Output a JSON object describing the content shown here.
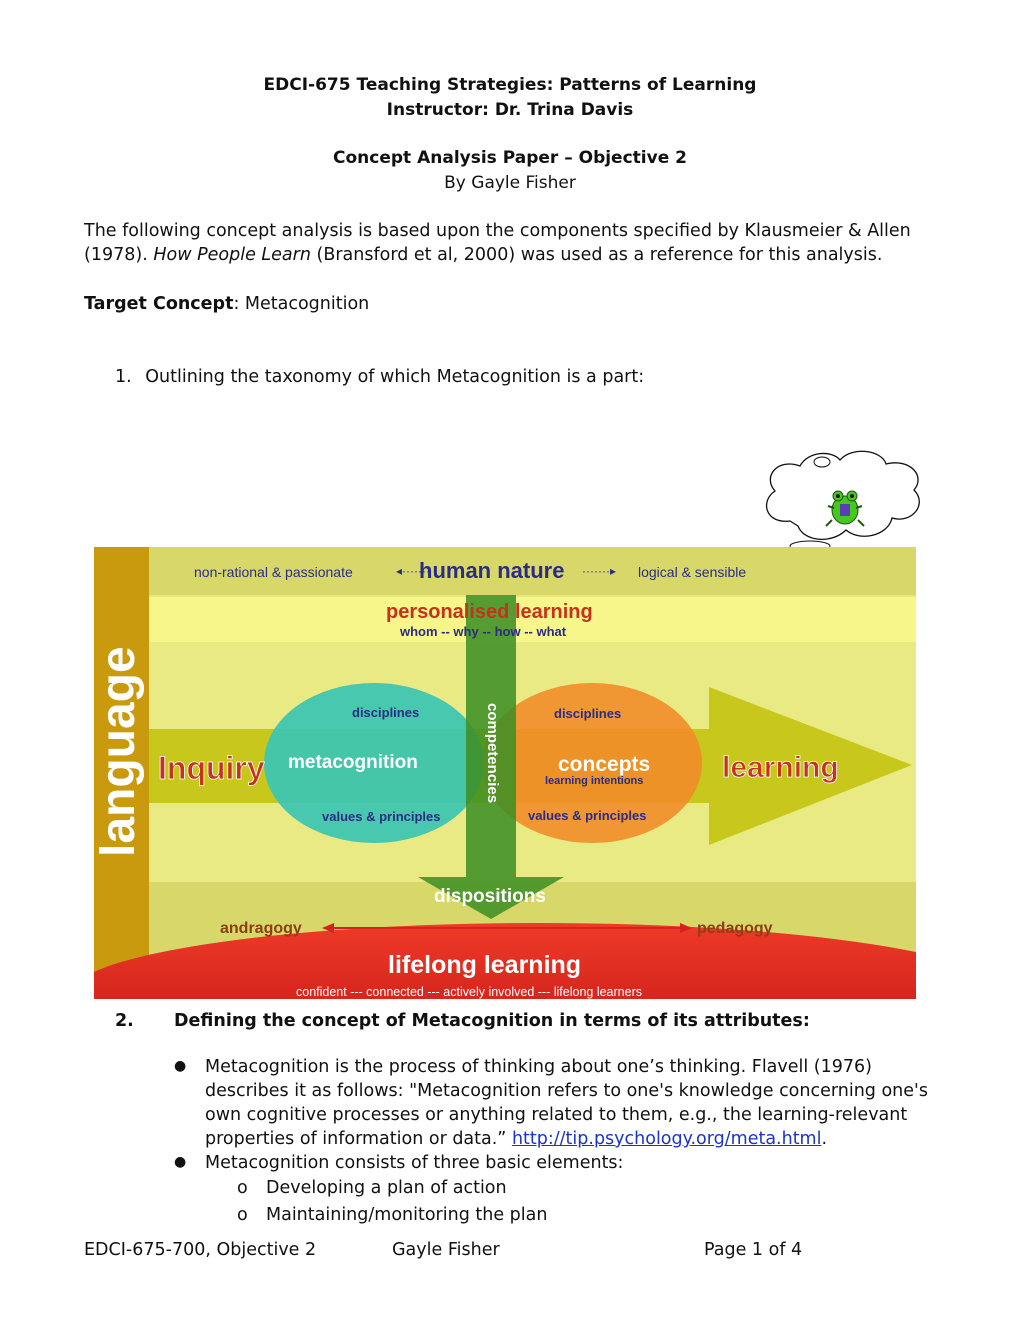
{
  "header": {
    "title_line1": "EDCI-675 Teaching Strategies:  Patterns of Learning",
    "title_line2": "Instructor:  Dr. Trina Davis",
    "paper_title": "Concept Analysis Paper –  Objective 2",
    "byline": "By Gayle Fisher"
  },
  "intro": {
    "part1": "The following concept analysis is based upon the components specified by Klausmeier & Allen (1978).  ",
    "book_title": "How People Learn",
    "part2": " (Bransford et al, 2000) was used as a reference for this analysis."
  },
  "target": {
    "label": "Target Concept",
    "colon": ":  ",
    "value": "Metacognition"
  },
  "section1": {
    "number": "1.",
    "text": "Outlining the taxonomy of which Metacognition is a part:"
  },
  "diagram": {
    "language": "language",
    "human_nature": "human nature",
    "non_rational": "non-rational & passionate",
    "logical": "logical & sensible",
    "personalised": "personalised learning",
    "whom": "whom -- why -- how -- what",
    "inquiry": "Inquiry",
    "learning": "learning",
    "disciplines_left": "disciplines",
    "metacognition": "metacognition",
    "values_left": "values & principles",
    "disciplines_right": "disciplines",
    "concepts": "concepts",
    "learning_intentions": "learning intentions",
    "values_right": "values & principles",
    "competencies": "competencies",
    "dispositions": "dispositions",
    "andragogy": "andragogy",
    "pedagogy": "pedagogy",
    "lifelong": "lifelong learning",
    "confident": "confident --- connected --- actively involved --- lifelong learners",
    "colors": {
      "language_bar": "#c99a0e",
      "olive_band": "#d8d86a",
      "yellow_band": "#f6f68a",
      "arrow": "#c8c81c",
      "green_arrow": "#3f8f25",
      "teal": "#3fc6b0",
      "orange": "#f08a28",
      "red": "#d9201c",
      "red_text": "#c8321c",
      "navy": "#2a2c86"
    }
  },
  "section2": {
    "number": "2.",
    "heading": "Defining the concept of Metacognition in terms of its attributes:",
    "bullet1": "Metacognition is the process of thinking about one’s thinking.   Flavell (1976) describes it as follows: \"Metacognition refers to one's knowledge concerning one's own cognitive processes or anything related to them, e.g., the learning-relevant properties of information or data.” ",
    "bullet1_link": "http://tip.psychology.org/meta.html",
    "bullet1_end": ".",
    "bullet2": "Metacognition consists of three basic elements:",
    "sub1": "Developing a plan of action",
    "sub2": "Maintaining/monitoring the plan"
  },
  "footer": {
    "left": "EDCI-675-700, Objective 2",
    "middle": "Gayle Fisher",
    "right": "Page 1 of 4"
  }
}
